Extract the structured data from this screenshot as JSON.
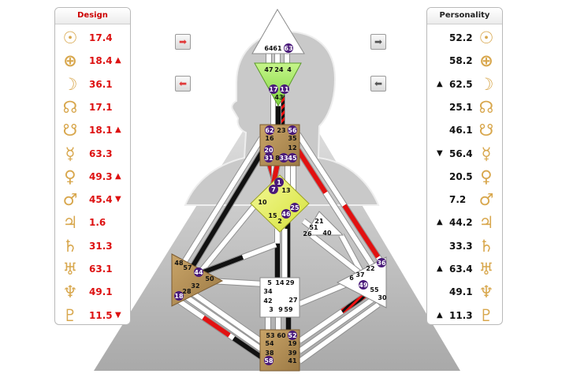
{
  "design": {
    "title": "Design",
    "rows": [
      {
        "planet": "sun-icon",
        "glyph": "☉",
        "value": "17.4",
        "arrow": ""
      },
      {
        "planet": "earth-icon",
        "glyph": "⊕",
        "value": "18.4",
        "arrow": "▲"
      },
      {
        "planet": "moon-icon",
        "glyph": "☽",
        "value": "36.1",
        "arrow": ""
      },
      {
        "planet": "north-node-icon",
        "glyph": "☊",
        "value": "17.1",
        "arrow": ""
      },
      {
        "planet": "south-node-icon",
        "glyph": "☋",
        "value": "18.1",
        "arrow": "▲"
      },
      {
        "planet": "mercury-icon",
        "glyph": "☿",
        "value": "63.3",
        "arrow": ""
      },
      {
        "planet": "venus-icon",
        "glyph": "♀",
        "value": "49.3",
        "arrow": "▲"
      },
      {
        "planet": "mars-icon",
        "glyph": "♂",
        "value": "45.4",
        "arrow": "▼"
      },
      {
        "planet": "jupiter-icon",
        "glyph": "♃",
        "value": "1.6",
        "arrow": ""
      },
      {
        "planet": "saturn-icon",
        "glyph": "♄",
        "value": "31.3",
        "arrow": ""
      },
      {
        "planet": "uranus-icon",
        "glyph": "♅",
        "value": "63.1",
        "arrow": ""
      },
      {
        "planet": "neptune-icon",
        "glyph": "♆",
        "value": "49.1",
        "arrow": ""
      },
      {
        "planet": "pluto-icon",
        "glyph": "♇",
        "value": "11.5",
        "arrow": "▼"
      }
    ]
  },
  "personality": {
    "title": "Personality",
    "rows": [
      {
        "planet": "sun-icon",
        "glyph": "☉",
        "value": "52.2",
        "arrow": ""
      },
      {
        "planet": "earth-icon",
        "glyph": "⊕",
        "value": "58.2",
        "arrow": ""
      },
      {
        "planet": "moon-icon",
        "glyph": "☽",
        "value": "62.5",
        "arrow": "▲"
      },
      {
        "planet": "north-node-icon",
        "glyph": "☊",
        "value": "25.1",
        "arrow": ""
      },
      {
        "planet": "south-node-icon",
        "glyph": "☋",
        "value": "46.1",
        "arrow": ""
      },
      {
        "planet": "mercury-icon",
        "glyph": "☿",
        "value": "56.4",
        "arrow": "▼"
      },
      {
        "planet": "venus-icon",
        "glyph": "♀",
        "value": "20.5",
        "arrow": ""
      },
      {
        "planet": "mars-icon",
        "glyph": "♂",
        "value": "7.2",
        "arrow": ""
      },
      {
        "planet": "jupiter-icon",
        "glyph": "♃",
        "value": "44.2",
        "arrow": "▲"
      },
      {
        "planet": "saturn-icon",
        "glyph": "♄",
        "value": "33.3",
        "arrow": ""
      },
      {
        "planet": "uranus-icon",
        "glyph": "♅",
        "value": "63.4",
        "arrow": "▲"
      },
      {
        "planet": "neptune-icon",
        "glyph": "♆",
        "value": "49.1",
        "arrow": ""
      },
      {
        "planet": "pluto-icon",
        "glyph": "♇",
        "value": "11.3",
        "arrow": "▲"
      }
    ]
  },
  "nav": {
    "design_forward": {
      "icon": "arrow-right-icon",
      "glyph": "➡"
    },
    "design_back": {
      "icon": "arrow-left-icon",
      "glyph": "⬅"
    },
    "personality_forward": {
      "icon": "arrow-right-icon",
      "glyph": "➡"
    },
    "personality_back": {
      "icon": "arrow-left-icon",
      "glyph": "⬅"
    }
  },
  "colors": {
    "design": "#dd1111",
    "personality": "#111111",
    "planet_glyph": "#d8a74d",
    "throat_fill": "#aee96a",
    "g_fill": "#e8f25a",
    "motor_fill": "#b8925a",
    "activated_gate": "#4a1a7a",
    "head_fill": "#ffffff"
  },
  "centers": {
    "head": {
      "gates": [
        "64",
        "61",
        "63"
      ]
    },
    "ajna": {
      "gates": [
        "47",
        "24",
        "4",
        "17",
        "11",
        "43"
      ]
    },
    "throat": {
      "gates": [
        "62",
        "23",
        "56",
        "16",
        "35",
        "20",
        "12",
        "31",
        "8",
        "33",
        "45"
      ]
    },
    "g": {
      "gates": [
        "1",
        "7",
        "13",
        "10",
        "25",
        "15",
        "46",
        "2"
      ]
    },
    "heart": {
      "gates": [
        "21",
        "51",
        "26",
        "40"
      ]
    },
    "spleen": {
      "gates": [
        "48",
        "57",
        "44",
        "50",
        "32",
        "28",
        "18"
      ]
    },
    "sacral": {
      "gates": [
        "5",
        "14",
        "29",
        "34",
        "27",
        "42",
        "3",
        "9",
        "59"
      ]
    },
    "solar_plexus": {
      "gates": [
        "36",
        "22",
        "6",
        "37",
        "49",
        "55",
        "30"
      ]
    },
    "root": {
      "gates": [
        "53",
        "60",
        "52",
        "54",
        "19",
        "38",
        "39",
        "58",
        "41"
      ]
    }
  }
}
